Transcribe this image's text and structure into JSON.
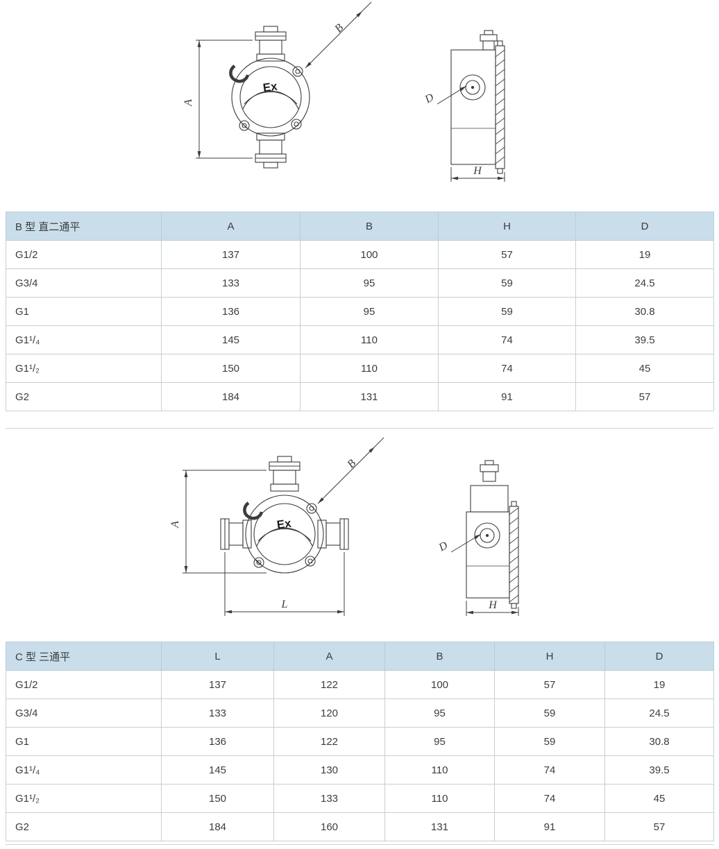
{
  "drawing_b": {
    "ex_label": "Ex",
    "dim_a": "A",
    "dim_b": "B",
    "dim_d": "D",
    "dim_h": "H"
  },
  "drawing_c": {
    "ex_label": "Ex",
    "dim_a": "A",
    "dim_b": "B",
    "dim_l": "L",
    "dim_d": "D",
    "dim_h": "H"
  },
  "table_b": {
    "title": "B 型 直二通平",
    "columns": [
      "A",
      "B",
      "H",
      "D"
    ],
    "rows": [
      {
        "label": "G1/2",
        "values": [
          "137",
          "100",
          "57",
          "19"
        ]
      },
      {
        "label": "G3/4",
        "values": [
          "133",
          "95",
          "59",
          "24.5"
        ]
      },
      {
        "label": "G1",
        "values": [
          "136",
          "95",
          "59",
          "30.8"
        ]
      },
      {
        "label": "G1¹/₄",
        "values": [
          "145",
          "110",
          "74",
          "39.5"
        ]
      },
      {
        "label": "G1¹/₂",
        "values": [
          "150",
          "110",
          "74",
          "45"
        ]
      },
      {
        "label": "G2",
        "values": [
          "184",
          "131",
          "91",
          "57"
        ]
      }
    ]
  },
  "table_c": {
    "title": "C 型 三通平",
    "columns": [
      "L",
      "A",
      "B",
      "H",
      "D"
    ],
    "rows": [
      {
        "label": "G1/2",
        "values": [
          "137",
          "122",
          "100",
          "57",
          "19"
        ]
      },
      {
        "label": "G3/4",
        "values": [
          "133",
          "120",
          "95",
          "59",
          "24.5"
        ]
      },
      {
        "label": "G1",
        "values": [
          "136",
          "122",
          "95",
          "59",
          "30.8"
        ]
      },
      {
        "label": "G1¹/₄",
        "values": [
          "145",
          "130",
          "110",
          "74",
          "39.5"
        ]
      },
      {
        "label": "G1¹/₂",
        "values": [
          "150",
          "133",
          "110",
          "74",
          "45"
        ]
      },
      {
        "label": "G2",
        "values": [
          "184",
          "160",
          "131",
          "91",
          "57"
        ]
      }
    ]
  },
  "colors": {
    "header_bg": "#c9deea",
    "table_border": "#c7ced3",
    "line": "#3c3c3c"
  }
}
